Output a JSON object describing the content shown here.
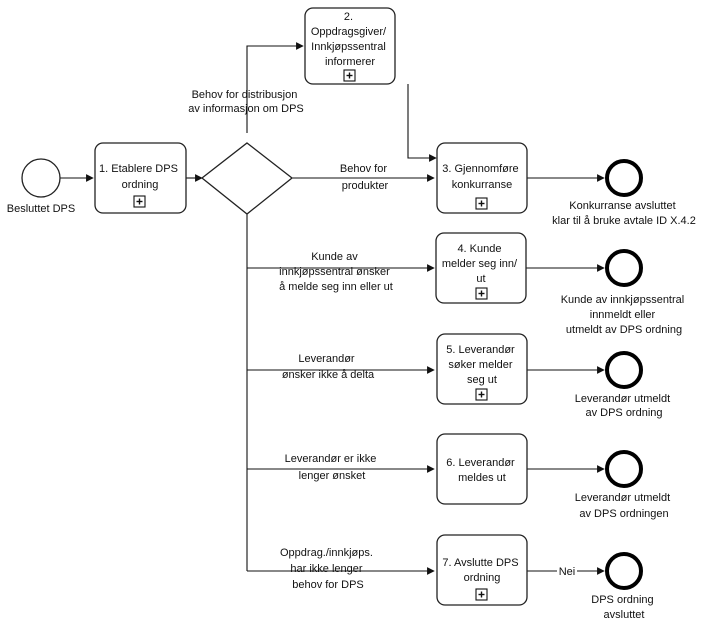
{
  "start_event": {
    "label": "Besluttet DPS"
  },
  "gateway": {
    "label": ""
  },
  "tasks": [
    {
      "id": "t1",
      "lines": [
        "1. Etablere DPS",
        "ordning"
      ]
    },
    {
      "id": "t2",
      "lines": [
        "2.",
        "Oppdragsgiver/",
        "Innkjøpssentral",
        "informerer"
      ]
    },
    {
      "id": "t3",
      "lines": [
        "3. Gjennomføre",
        "konkurranse"
      ]
    },
    {
      "id": "t4",
      "lines": [
        "4. Kunde",
        "melder seg inn/",
        "ut"
      ]
    },
    {
      "id": "t5",
      "lines": [
        "5. Leverandør",
        "søker melder",
        "seg ut"
      ]
    },
    {
      "id": "t6",
      "lines": [
        "6. Leverandør",
        "meldes ut"
      ]
    },
    {
      "id": "t7",
      "lines": [
        "7. Avslutte DPS",
        "ordning"
      ]
    }
  ],
  "flow_labels": {
    "to_t2": [
      "Behov for distribusjon",
      "av informasjon om DPS"
    ],
    "to_t3": [
      "Behov for",
      "produkter"
    ],
    "to_t4": [
      "Kunde av",
      "innkjøpssentral ønsker",
      "å melde seg inn eller ut"
    ],
    "to_t5": [
      "Leverandør",
      "ønsker ikke å delta"
    ],
    "to_t6": [
      "Leverandør er ikke",
      "lenger ønsket"
    ],
    "to_t7": [
      "Oppdrag./innkjøps.",
      "har ikke lenger",
      "behov for DPS"
    ],
    "t7_to_end": "Nei"
  },
  "end_events": [
    {
      "id": "e3",
      "lines": [
        "Konkurranse avsluttet",
        "klar til å bruke avtale ID X.4.2"
      ]
    },
    {
      "id": "e4",
      "lines": [
        "Kunde av innkjøpssentral",
        "innmeldt eller",
        "utmeldt av DPS ordning"
      ]
    },
    {
      "id": "e5",
      "lines": [
        "Leverandør utmeldt",
        "av DPS ordning"
      ]
    },
    {
      "id": "e6",
      "lines": [
        "Leverandør utmeldt",
        "av DPS ordningen"
      ]
    },
    {
      "id": "e7",
      "lines": [
        "DPS ordning",
        "avsluttet"
      ]
    }
  ],
  "icons": {
    "subprocess_marker": "plus-square-icon"
  }
}
